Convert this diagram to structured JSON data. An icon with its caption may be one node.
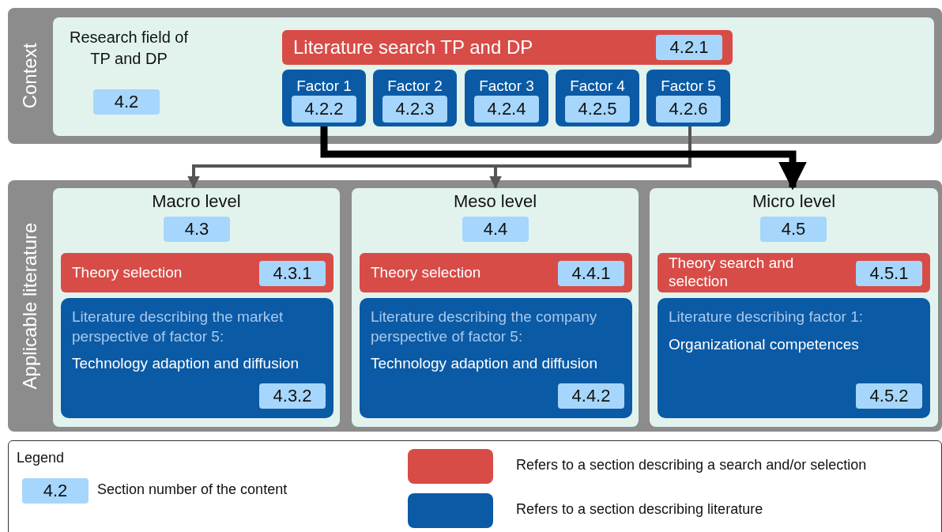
{
  "diagram": {
    "nodes": [
      {
        "text": [
          "Context"
        ]
      },
      {
        "text": [
          "Research field of TP and DP"
        ],
        "in": 0
      },
      {
        "text": [
          "4.2"
        ],
        "in": 1
      },
      {
        "text": [
          "Literature search TP and DP"
        ],
        "in": 1
      },
      {
        "text": [
          "4.2.1"
        ],
        "in": 3
      },
      {
        "text": [
          "Factor 1"
        ],
        "in": 1
      },
      {
        "text": [
          "4.2.2"
        ],
        "in": 5
      },
      {
        "text": [
          "Factor 2"
        ],
        "in": 1
      },
      {
        "text": [
          "4.2.3"
        ],
        "in": 7
      },
      {
        "text": [
          "Factor 3"
        ],
        "in": 1
      },
      {
        "text": [
          "4.2.4"
        ],
        "in": 9
      },
      {
        "text": [
          "Factor 4"
        ],
        "in": 1
      },
      {
        "text": [
          "4.2.5"
        ],
        "in": 11
      },
      {
        "text": [
          "Factor 5"
        ],
        "in": 1
      },
      {
        "text": [
          "4.2.6"
        ],
        "in": 13
      },
      {
        "text": [
          "Applicable literature"
        ]
      },
      {
        "text": [
          "Macro level"
        ],
        "in": 15
      },
      {
        "text": [
          "4.3"
        ],
        "in": 16
      },
      {
        "text": [
          "Theory selection"
        ],
        "in": 16
      },
      {
        "text": [
          "4.3.1"
        ],
        "in": 18
      },
      {
        "text": [
          "Literature describing the market perspective of factor 5:",
          "Technology adaption and diffusion"
        ],
        "in": 16
      },
      {
        "text": [
          "4.3.2"
        ],
        "in": 20
      },
      {
        "text": [
          "Meso level"
        ],
        "in": 15
      },
      {
        "text": [
          "4.4"
        ],
        "in": 22
      },
      {
        "text": [
          "Theory selection"
        ],
        "in": 22
      },
      {
        "text": [
          "4.4.1"
        ],
        "in": 24
      },
      {
        "text": [
          "Literature describing the company perspective of factor 5:",
          "Technology adaption and diffusion"
        ],
        "in": 22
      },
      {
        "text": [
          "4.4.2"
        ],
        "in": 26
      },
      {
        "text": [
          "Micro level"
        ],
        "in": 15
      },
      {
        "text": [
          "4.5"
        ],
        "in": 28
      },
      {
        "text": [
          "Theory search and selection"
        ],
        "in": 28
      },
      {
        "text": [
          "4.5.1"
        ],
        "in": 30
      },
      {
        "text": [
          "Literature describing factor 1:",
          "Organizational competences"
        ],
        "in": 28
      },
      {
        "text": [
          "4.5.2"
        ],
        "in": 32
      }
    ],
    "edges": [
      {
        "from": 13,
        "to": 16,
        "arrow": "to"
      },
      {
        "from": 13,
        "to": 22,
        "arrow": "to"
      },
      {
        "from": 5,
        "to": 28,
        "arrow": "to",
        "style": "thick",
        "color": "#000000"
      }
    ],
    "labels": [
      "Legend",
      "4.2"
    ],
    "legend": [
      {
        "text": "Section number of the content",
        "color": "#a6d6fb"
      },
      {
        "text": "Refers to a section describing a search and/or selection",
        "color": "#d84c47"
      },
      {
        "text": "Refers to a section describing literature",
        "color": "#0b5aa5"
      }
    ]
  }
}
